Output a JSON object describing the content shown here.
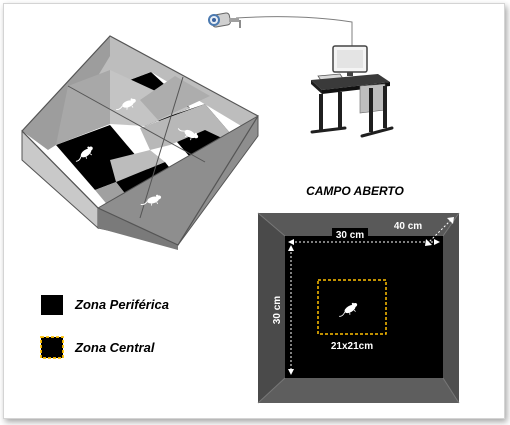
{
  "title": "CAMPO ABERTO",
  "dimensions": {
    "inner_width": "30 cm",
    "inner_height": "30 cm",
    "outer_border": "40 cm",
    "center_zone": "21x21cm"
  },
  "legend": [
    {
      "label": "Zona Periférica",
      "swatch": "black-square"
    },
    {
      "label": "Zona Central",
      "swatch": "dashed-yellow-square"
    }
  ],
  "colors": {
    "arena_floor": "#000000",
    "arena_wall": "#555555",
    "box_wall": "#b3b3b3",
    "center_outline": "#ffc000",
    "dimension_arrow": "#ffffff"
  },
  "icons": [
    "camera-icon",
    "computer-desk-icon",
    "mouse-icon"
  ]
}
